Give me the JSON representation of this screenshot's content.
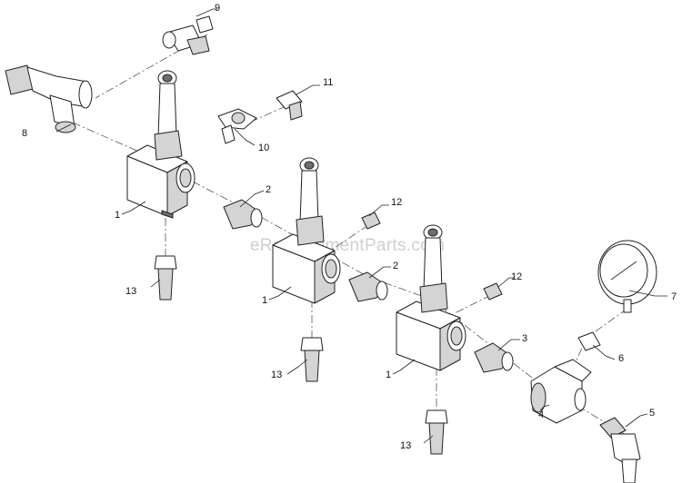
{
  "watermark": "eReplacementParts.com",
  "callouts": [
    {
      "id": "c1a",
      "text": "1"
    },
    {
      "id": "c1b",
      "text": "1"
    },
    {
      "id": "c1c",
      "text": "1"
    },
    {
      "id": "c2a",
      "text": "2"
    },
    {
      "id": "c2b",
      "text": "2"
    },
    {
      "id": "c3",
      "text": "3"
    },
    {
      "id": "c4",
      "text": "4"
    },
    {
      "id": "c5",
      "text": "5"
    },
    {
      "id": "c6",
      "text": "6"
    },
    {
      "id": "c7",
      "text": "7"
    },
    {
      "id": "c8",
      "text": "8"
    },
    {
      "id": "c9",
      "text": "9"
    },
    {
      "id": "c10",
      "text": "10"
    },
    {
      "id": "c11",
      "text": "11"
    },
    {
      "id": "c12a",
      "text": "12"
    },
    {
      "id": "c12b",
      "text": "12"
    },
    {
      "id": "c13a",
      "text": "13"
    },
    {
      "id": "c13b",
      "text": "13"
    },
    {
      "id": "c13c",
      "text": "13"
    }
  ]
}
